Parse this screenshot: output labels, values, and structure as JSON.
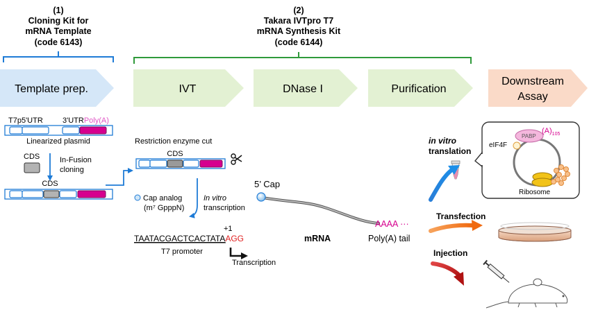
{
  "kits": {
    "cloning": {
      "number": "(1)",
      "line1": "Cloning Kit for",
      "line2": "mRNA Template",
      "code": "(code 6143)"
    },
    "synthesis": {
      "number": "(2)",
      "line1": "Takara IVTpro T7",
      "line2": "mRNA Synthesis Kit",
      "code": "(code 6144)"
    }
  },
  "steps": {
    "template": "Template prep.",
    "ivt": "IVT",
    "dnase": "DNase I",
    "purification": "Purification",
    "downstream_line1": "Downstream",
    "downstream_line2": "Assay"
  },
  "plasmid": {
    "label_t7": "T7p5'UTR",
    "label_3utr": "3'UTR",
    "label_polya": "Poly(A)",
    "caption": "Linearized plasmid",
    "cds_label": "CDS",
    "infusion_line1": "In-Fusion",
    "infusion_line2": "cloning",
    "cds_label_assembled": "CDS"
  },
  "restriction": {
    "title": "Restriction enzyme cut",
    "cds_label": "CDS"
  },
  "cap": {
    "analog_line1": "Cap analog",
    "analog_line2": "(m⁷ GpppN)",
    "invitro": "In vitro",
    "transcription": "transcription",
    "cap_label": "5’ Cap"
  },
  "promoter": {
    "plus_one": "+1",
    "seq_black": "TAATACGACTCACTATA",
    "seq_red": "AGG",
    "caption": "T7 promoter",
    "arrow_label": "Transcription"
  },
  "mrna": {
    "label": "mRNA",
    "tail": "AAAA ···",
    "tail_label": "Poly(A) tail"
  },
  "downstream": {
    "invitro_line1": "in vitro",
    "invitro_line2": "translation",
    "transfection": "Transfection",
    "injection": "Injection",
    "pabp": "PABP",
    "a_label": "(A)",
    "a_sub": "105",
    "eif4f": "eIF4F",
    "ribosome": "Ribosome"
  },
  "colors": {
    "bracket_blue": "#1e7bd6",
    "bracket_green": "#2f9a3a",
    "arrow_blue_fill": "#d5e7f8",
    "arrow_green_fill": "#e3f1d3",
    "arrow_salmon_fill": "#fadac8",
    "magenta": "#d6008e",
    "red": "#e02020",
    "pink_text": "#e055c5"
  }
}
